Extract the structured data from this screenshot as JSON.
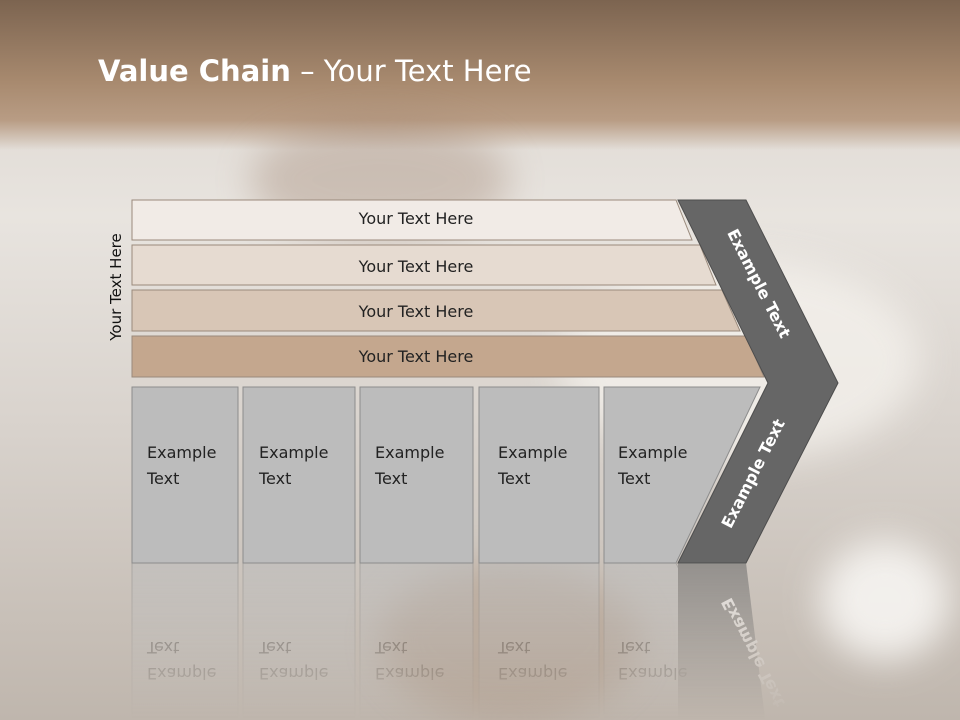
{
  "slide": {
    "title_bold": "Value Chain",
    "title_rest": " – Your Text Here",
    "vertical_label": "Your Text Here",
    "rows": [
      {
        "label": "Your Text Here",
        "fill": "#f1ebe6"
      },
      {
        "label": "Your Text Here",
        "fill": "#e6dbd1"
      },
      {
        "label": "Your Text Here",
        "fill": "#d8c6b6"
      },
      {
        "label": "Your Text Here",
        "fill": "#c4a78e"
      }
    ],
    "boxes": [
      {
        "line1": "Example",
        "line2": "Text"
      },
      {
        "line1": "Example",
        "line2": "Text"
      },
      {
        "line1": "Example",
        "line2": "Text"
      },
      {
        "line1": "Example",
        "line2": "Text"
      },
      {
        "line1": "Example",
        "line2": "Text"
      }
    ],
    "chevron_top_label": "Example Text",
    "chevron_bottom_label": "Example Text",
    "colors": {
      "box": "#bcbcbc",
      "chevron": "#666666",
      "header": "#8f7560"
    }
  }
}
